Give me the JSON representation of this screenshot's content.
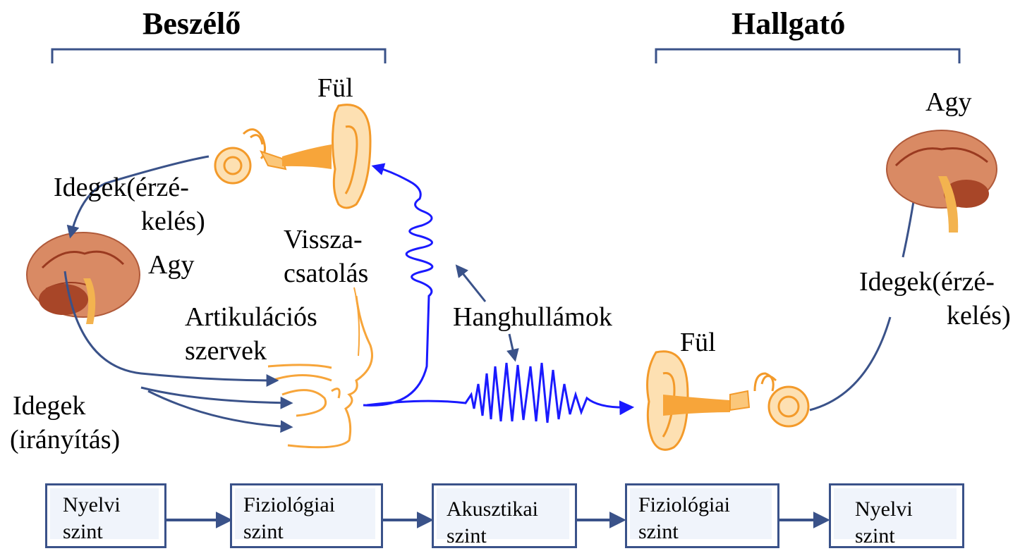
{
  "titles": {
    "speaker": "Beszélő",
    "listener": "Hallgató"
  },
  "speaker": {
    "ear": "Fül",
    "nerves_sensory_line1": "Idegek(érzé-",
    "nerves_sensory_line2": "kelés)",
    "brain": "Agy",
    "feedback_line1": "Vissza-",
    "feedback_line2": "csatolás",
    "articulators_line1": "Artikulációs",
    "articulators_line2": "szervek",
    "nerves_motor_line1": "Idegek",
    "nerves_motor_line2": "(irányítás)"
  },
  "middle": {
    "sound_waves": "Hanghullámok"
  },
  "listener": {
    "brain": "Agy",
    "nerves_sensory_line1": "Idegek(érzé-",
    "nerves_sensory_line2": "kelés)",
    "ear": "Fül"
  },
  "levels": [
    {
      "line1": "Nyelvi",
      "line2": "szint"
    },
    {
      "line1": "Fiziológiai",
      "line2": "szint"
    },
    {
      "line1": "Akusztikai",
      "line2": "szint"
    },
    {
      "line1": "Fiziológiai",
      "line2": "szint"
    },
    {
      "line1": "Nyelvi",
      "line2": "szint"
    }
  ],
  "colors": {
    "nerve": "#3a5289",
    "wave": "#1a1aff",
    "organ": "#f7a53a",
    "organ_fill": "#fbc77a",
    "brain": "#c8643c",
    "bracket": "#3a5289"
  }
}
